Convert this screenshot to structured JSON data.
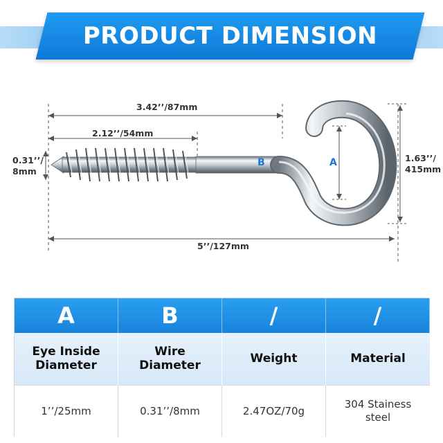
{
  "banner": {
    "title": "PRODUCT DIMENSION"
  },
  "diagram": {
    "dim_overall": "5’’/127mm",
    "dim_shank": "3.42’’/87mm",
    "dim_thread": "2.12’’/54mm",
    "dim_wire": "0.31’’/\n8mm",
    "dim_height": "1.63’’/\n415mm",
    "label_a": "A",
    "label_b": "B"
  },
  "table": {
    "headers": [
      "A",
      "B",
      "/",
      "/"
    ],
    "labels": [
      "Eye Inside\nDiameter",
      "Wire\nDiameter",
      "Weight",
      "Material"
    ],
    "values": [
      "1’’/25mm",
      "0.31’’/8mm",
      "2.47OZ/70g",
      "304 Stainess\nsteel"
    ]
  },
  "colors": {
    "accent": "#1883dc",
    "banner": "#0f79d6",
    "label_bg": "#e2eefa"
  }
}
